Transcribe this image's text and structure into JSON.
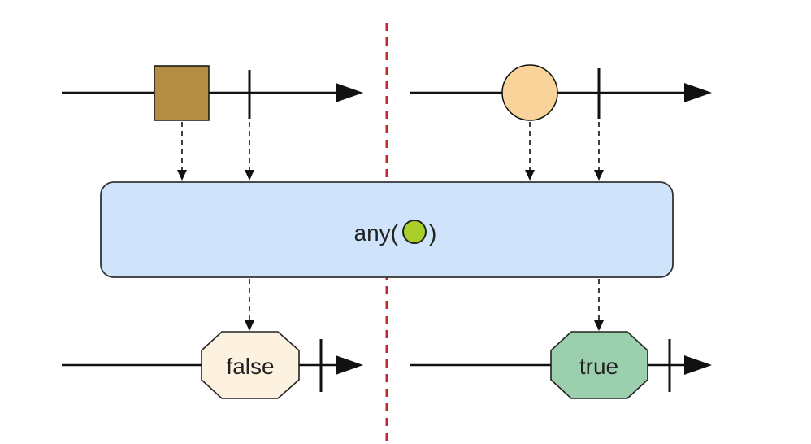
{
  "operator": {
    "prefix": "any(",
    "suffix": ")",
    "predicate_icon": "green-circle-icon"
  },
  "left_panel": {
    "input_marble_shape": "square",
    "output_label": "false"
  },
  "right_panel": {
    "input_marble_shape": "circle",
    "output_label": "true"
  },
  "colors": {
    "line": "#111111",
    "divider": "#c0282d",
    "operator_fill": "#cfe4fb",
    "operator_stroke": "#333333",
    "square_marble": "#b48e45",
    "circle_marble": "#f8d49a",
    "predicate": "#a8cf2a",
    "false_fill": "#fdf1df",
    "true_fill": "#9ccfad"
  }
}
